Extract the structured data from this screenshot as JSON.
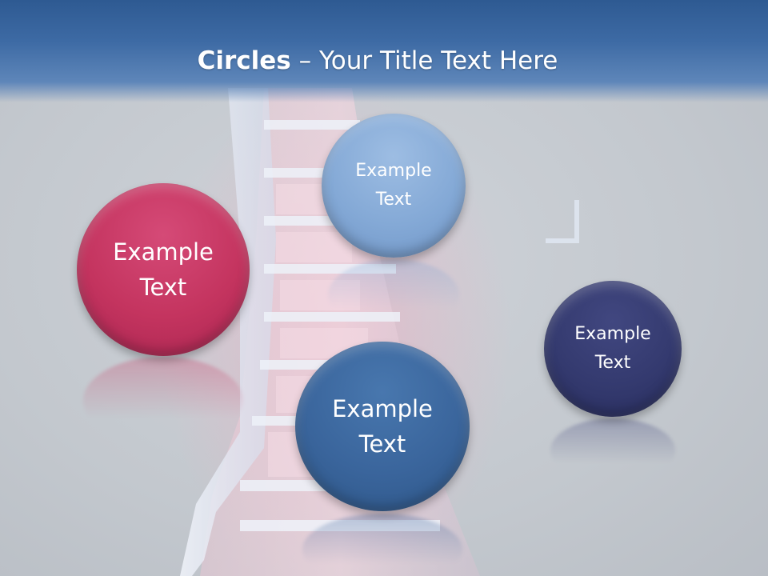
{
  "title": {
    "bold": "Circles",
    "rest": " – Your Title Text Here"
  },
  "circles": [
    {
      "label": "Example\nText",
      "color": "#c4345f"
    },
    {
      "label": "Example\nText",
      "color": "#84a9d6"
    },
    {
      "label": "Example\nText",
      "color": "#3a659c"
    },
    {
      "label": "Example\nText",
      "color": "#343a6f"
    }
  ]
}
